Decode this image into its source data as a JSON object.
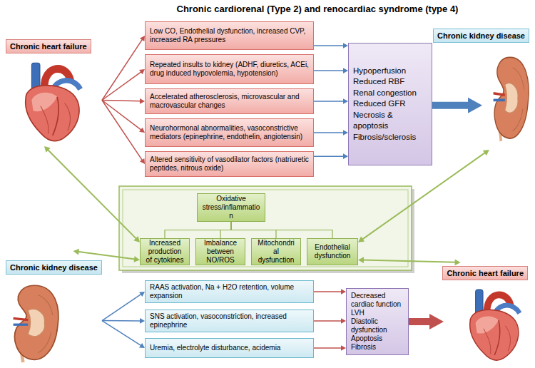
{
  "diagram": {
    "title": "Chronic cardiorenal (Type 2) and renocardiac syndrome (type 4)",
    "nodes": [
      {
        "text": [
          "Chronic heart failure"
        ]
      },
      {
        "text": [
          "Low CO, Endothelial dysfunction, increased CVP, increased RA pressures"
        ]
      },
      {
        "text": [
          "Repeated insults to kidney (ADHF, diuretics, ACEi, drug induced hypovolemia, hypotension)"
        ]
      },
      {
        "text": [
          "Accelerated atherosclerosis, microvascular and macrovascular changes"
        ]
      },
      {
        "text": [
          "Neurohormonal abnormalities, vasoconstrictive mediators (epinephrine, endothelin, angiotensin)"
        ]
      },
      {
        "text": [
          "Altered sensitivity of vasodilator factors (natriuretic peptides, nitrous oxide)"
        ]
      },
      {
        "text": [
          "Chronic kidney disease"
        ]
      },
      {
        "text": [
          "Hypoperfusion",
          "Reduced RBF",
          "Renal congestion",
          "Reduced GFR",
          "Necrosis & apoptosis",
          "Fibrosis/sclerosis"
        ]
      },
      {
        "text": [
          "Oxidative stress/inflammation"
        ]
      },
      {
        "text": [
          "Increased production of cytokines"
        ]
      },
      {
        "text": [
          "Imbalance between NO/ROS"
        ]
      },
      {
        "text": [
          "Mitochondrial dysfunction"
        ]
      },
      {
        "text": [
          "Endothelial dysfunction"
        ]
      },
      {
        "text": [
          "Chronic kidney disease"
        ]
      },
      {
        "text": [
          "RAAS activation, Na + H2O retention, volume expansion"
        ]
      },
      {
        "text": [
          "SNS activation, vasoconstriction, increased epinephrine"
        ]
      },
      {
        "text": [
          "Uremia, electrolyte disturbance, acidemia"
        ]
      },
      {
        "text": [
          "Decreased cardiac function",
          "LVH",
          "Diastolic dysfunction",
          "Apoptosis",
          "Fibrosis"
        ]
      },
      {
        "text": [
          "Chronic heart failure"
        ]
      }
    ],
    "edges": [
      {
        "from": 0,
        "to": 1,
        "arrow": "to"
      },
      {
        "from": 0,
        "to": 2,
        "arrow": "to"
      },
      {
        "from": 0,
        "to": 3,
        "arrow": "to"
      },
      {
        "from": 0,
        "to": 4,
        "arrow": "to"
      },
      {
        "from": 0,
        "to": 5,
        "arrow": "to"
      },
      {
        "from": 1,
        "to": 7,
        "arrow": "to"
      },
      {
        "from": 2,
        "to": 7,
        "arrow": "to"
      },
      {
        "from": 3,
        "to": 7,
        "arrow": "to"
      },
      {
        "from": 4,
        "to": 7,
        "arrow": "to"
      },
      {
        "from": 5,
        "to": 7,
        "arrow": "to"
      },
      {
        "from": 7,
        "to": 6,
        "arrow": "to"
      },
      {
        "from": 0,
        "to": 9,
        "arrow": "both"
      },
      {
        "from": 6,
        "to": 12,
        "arrow": "both"
      },
      {
        "from": 9,
        "to": 13,
        "arrow": "both"
      },
      {
        "from": 12,
        "to": 18,
        "arrow": "both"
      },
      {
        "from": 8,
        "to": 9,
        "arrow": "none"
      },
      {
        "from": 8,
        "to": 10,
        "arrow": "none"
      },
      {
        "from": 8,
        "to": 11,
        "arrow": "none"
      },
      {
        "from": 8,
        "to": 12,
        "arrow": "none"
      },
      {
        "from": 13,
        "to": 14,
        "arrow": "to"
      },
      {
        "from": 13,
        "to": 15,
        "arrow": "to"
      },
      {
        "from": 13,
        "to": 16,
        "arrow": "to"
      },
      {
        "from": 14,
        "to": 17,
        "arrow": "to"
      },
      {
        "from": 15,
        "to": 17,
        "arrow": "to"
      },
      {
        "from": 16,
        "to": 17,
        "arrow": "to"
      },
      {
        "from": 17,
        "to": 18,
        "arrow": "to"
      }
    ]
  }
}
